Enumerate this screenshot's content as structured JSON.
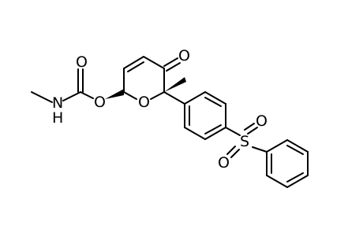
{
  "molecule": {
    "atoms": {
      "carbamate_o_dbl": "O",
      "carbamate_n": "N",
      "carbamate_h": "H",
      "ester_o": "O",
      "ring_o": "O",
      "ketone_o": "O",
      "sulfur": "S",
      "sulfonyl_o_top": "O",
      "sulfonyl_o_bottom": "O"
    }
  }
}
